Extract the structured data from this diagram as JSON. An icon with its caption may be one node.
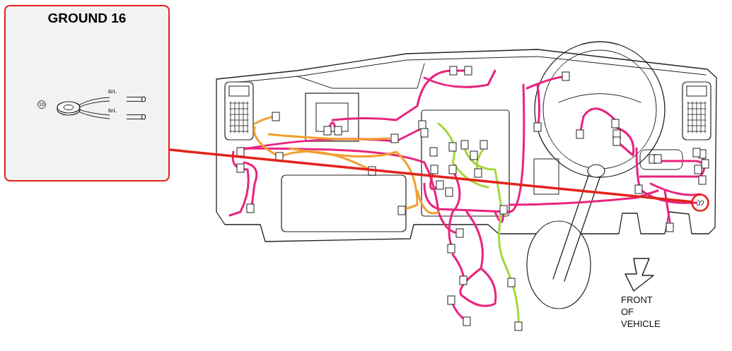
{
  "diagram": {
    "nodes": [
      {
        "text": [
          "GROUND 16"
        ]
      },
      {
        "text": [],
        "shape": "circle"
      }
    ],
    "edges": [
      {
        "from": 0,
        "to": 1,
        "arrow": "none"
      }
    ],
    "labels": [
      "16",
      "B/L",
      "B/L",
      "FRONT OF VEHICLE"
    ]
  }
}
